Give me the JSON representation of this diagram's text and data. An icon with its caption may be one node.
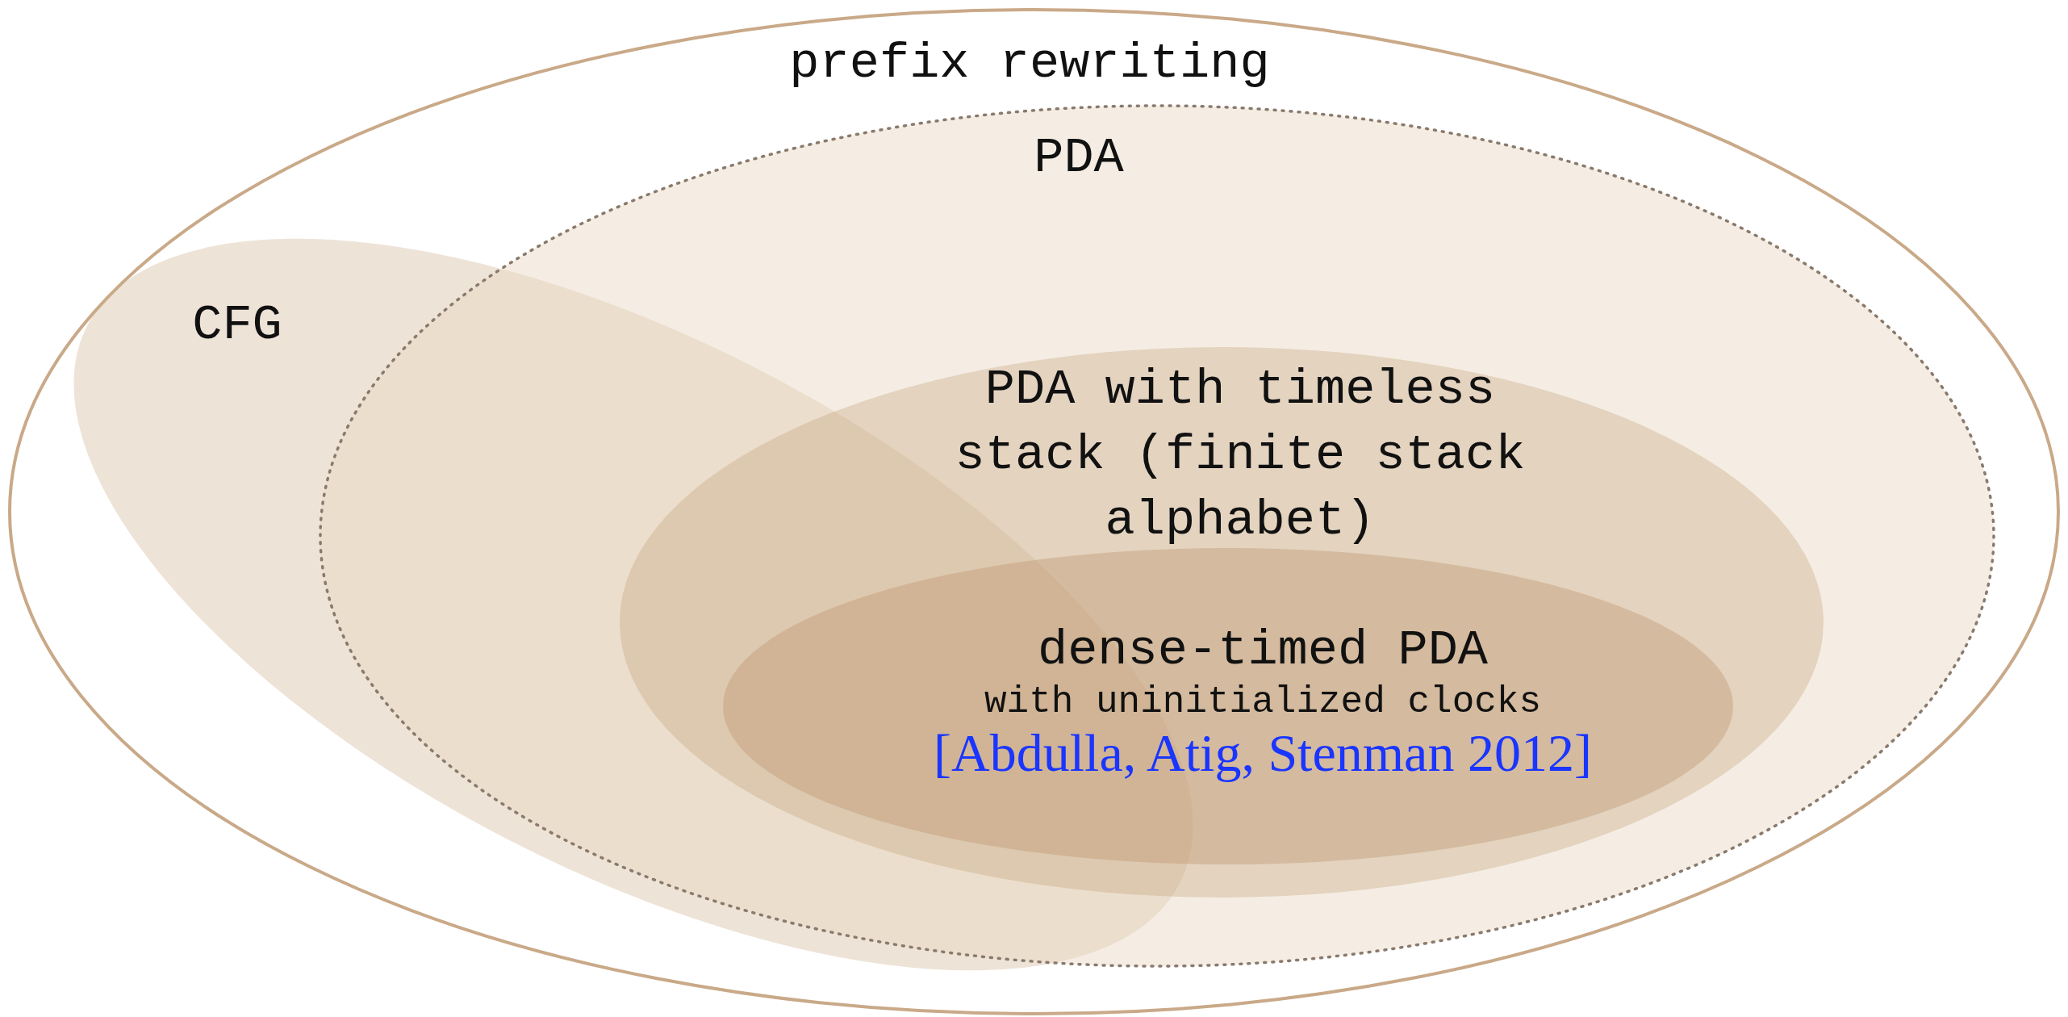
{
  "diagram": {
    "nodes": [
      {
        "text": [
          "prefix rewriting"
        ]
      },
      {
        "text": [
          "PDA"
        ],
        "in": 0
      },
      {
        "text": [
          "CFG"
        ],
        "in": 0
      },
      {
        "text": [
          "PDA with timeless stack (finite stack alphabet)"
        ],
        "in": 1
      },
      {
        "text": [
          "dense-timed PDA",
          "with uninitialized clocks",
          "[Abdulla, Atig, Stenman 2012]"
        ],
        "in": 3
      }
    ]
  }
}
